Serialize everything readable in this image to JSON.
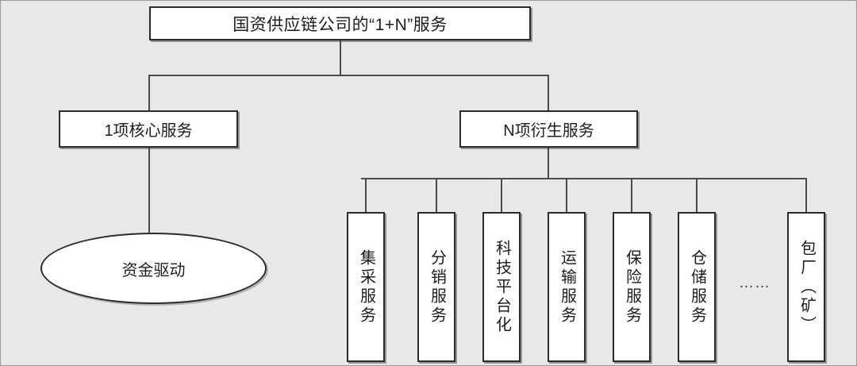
{
  "diagram": {
    "background_color": "#e8e8e8",
    "border_color": "#9a9a9a",
    "node_fill": "#ffffff",
    "node_stroke": "#2b2b2b",
    "connector_color": "#4a4a4a"
  },
  "title_node": {
    "label": "国资供应链公司的“1+N”服务"
  },
  "level2": {
    "core": {
      "label": "1项核心服务"
    },
    "derived": {
      "label": "N项衍生服务"
    }
  },
  "core_child": {
    "label": "资金驱动"
  },
  "derived_children": [
    {
      "label": "集采服务"
    },
    {
      "label": "分销服务"
    },
    {
      "label": "科技平台化"
    },
    {
      "label": "运输服务"
    },
    {
      "label": "保险服务"
    },
    {
      "label": "仓储服务"
    },
    {
      "label": "包厂（矿）"
    }
  ],
  "ellipsis": {
    "label": "……"
  }
}
